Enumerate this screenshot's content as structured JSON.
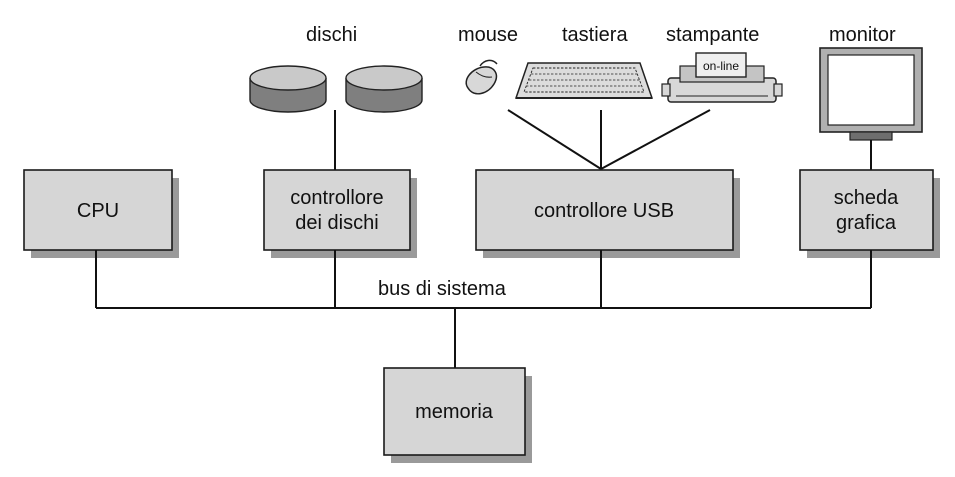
{
  "devices": {
    "disks": "dischi",
    "mouse": "mouse",
    "keyboard": "tastiera",
    "printer": "stampante",
    "printer_status": "on-line",
    "monitor": "monitor"
  },
  "components": {
    "cpu": "CPU",
    "disk_controller_line1": "controllore",
    "disk_controller_line2": "dei dischi",
    "usb_controller": "controllore USB",
    "graphics_card_line1": "scheda",
    "graphics_card_line2": "grafica",
    "memory": "memoria"
  },
  "bus": {
    "label": "bus di sistema"
  },
  "colors": {
    "box_fill": "#d6d6d6",
    "box_shadow": "#9a9a9a",
    "line": "#111111"
  }
}
